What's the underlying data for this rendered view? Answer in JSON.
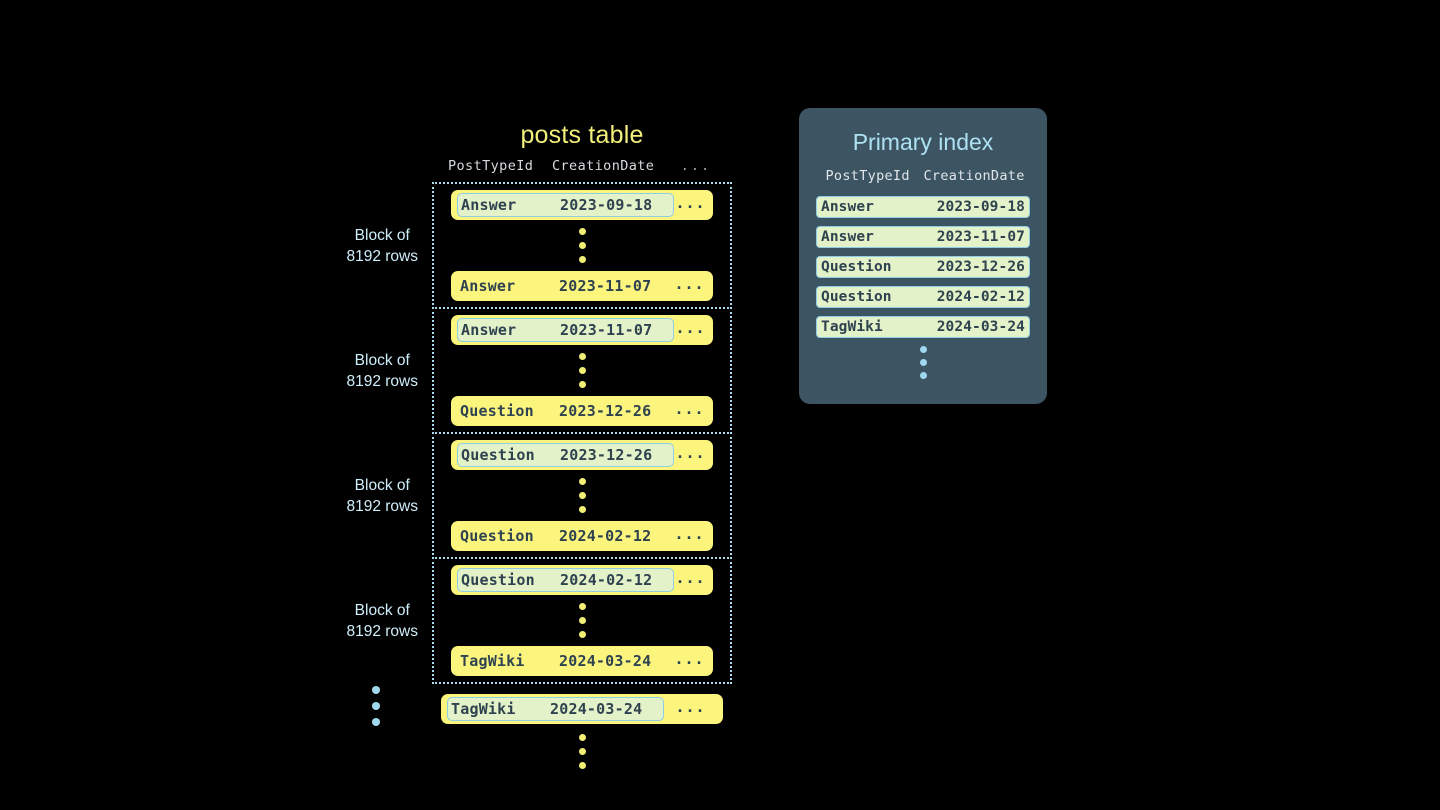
{
  "posts_table": {
    "title": "posts table",
    "columns": [
      "PostTypeId",
      "CreationDate",
      "..."
    ],
    "row_ellipsis": "...",
    "block_label_line1": "Block of",
    "block_label_line2": "8192 rows",
    "blocks": [
      {
        "label_line1": "Block of",
        "label_line2": "8192 rows",
        "first_row": {
          "post_type_id": "Answer",
          "creation_date": "2023-09-18",
          "marked": true
        },
        "last_row": {
          "post_type_id": "Answer",
          "creation_date": "2023-11-07",
          "marked": false
        }
      },
      {
        "label_line1": "Block of",
        "label_line2": "8192 rows",
        "first_row": {
          "post_type_id": "Answer",
          "creation_date": "2023-11-07",
          "marked": true
        },
        "last_row": {
          "post_type_id": "Question",
          "creation_date": "2023-12-26",
          "marked": false
        }
      },
      {
        "label_line1": "Block of",
        "label_line2": "8192 rows",
        "first_row": {
          "post_type_id": "Question",
          "creation_date": "2023-12-26",
          "marked": true
        },
        "last_row": {
          "post_type_id": "Question",
          "creation_date": "2024-02-12",
          "marked": false
        }
      },
      {
        "label_line1": "Block of",
        "label_line2": "8192 rows",
        "first_row": {
          "post_type_id": "Question",
          "creation_date": "2024-02-12",
          "marked": true
        },
        "last_row": {
          "post_type_id": "TagWiki",
          "creation_date": "2024-03-24",
          "marked": false
        }
      }
    ],
    "tail_row": {
      "post_type_id": "TagWiki",
      "creation_date": "2024-03-24",
      "marked": true
    }
  },
  "primary_index": {
    "title": "Primary index",
    "columns": [
      "PostTypeId",
      "CreationDate"
    ],
    "rows": [
      {
        "post_type_id": "Answer",
        "creation_date": "2023-09-18"
      },
      {
        "post_type_id": "Answer",
        "creation_date": "2023-11-07"
      },
      {
        "post_type_id": "Question",
        "creation_date": "2023-12-26"
      },
      {
        "post_type_id": "Question",
        "creation_date": "2024-02-12"
      },
      {
        "post_type_id": "TagWiki",
        "creation_date": "2024-03-24"
      }
    ]
  },
  "colors": {
    "background": "#000000",
    "row_yellow": "#fbf57e",
    "mark_green": "#e3f2c8",
    "mark_border_blue": "#8fcde6",
    "accent_blue": "#aee2f2",
    "title_yellow": "#f2f07a",
    "index_panel": "#3d5462",
    "text_dark": "#2e4250"
  }
}
